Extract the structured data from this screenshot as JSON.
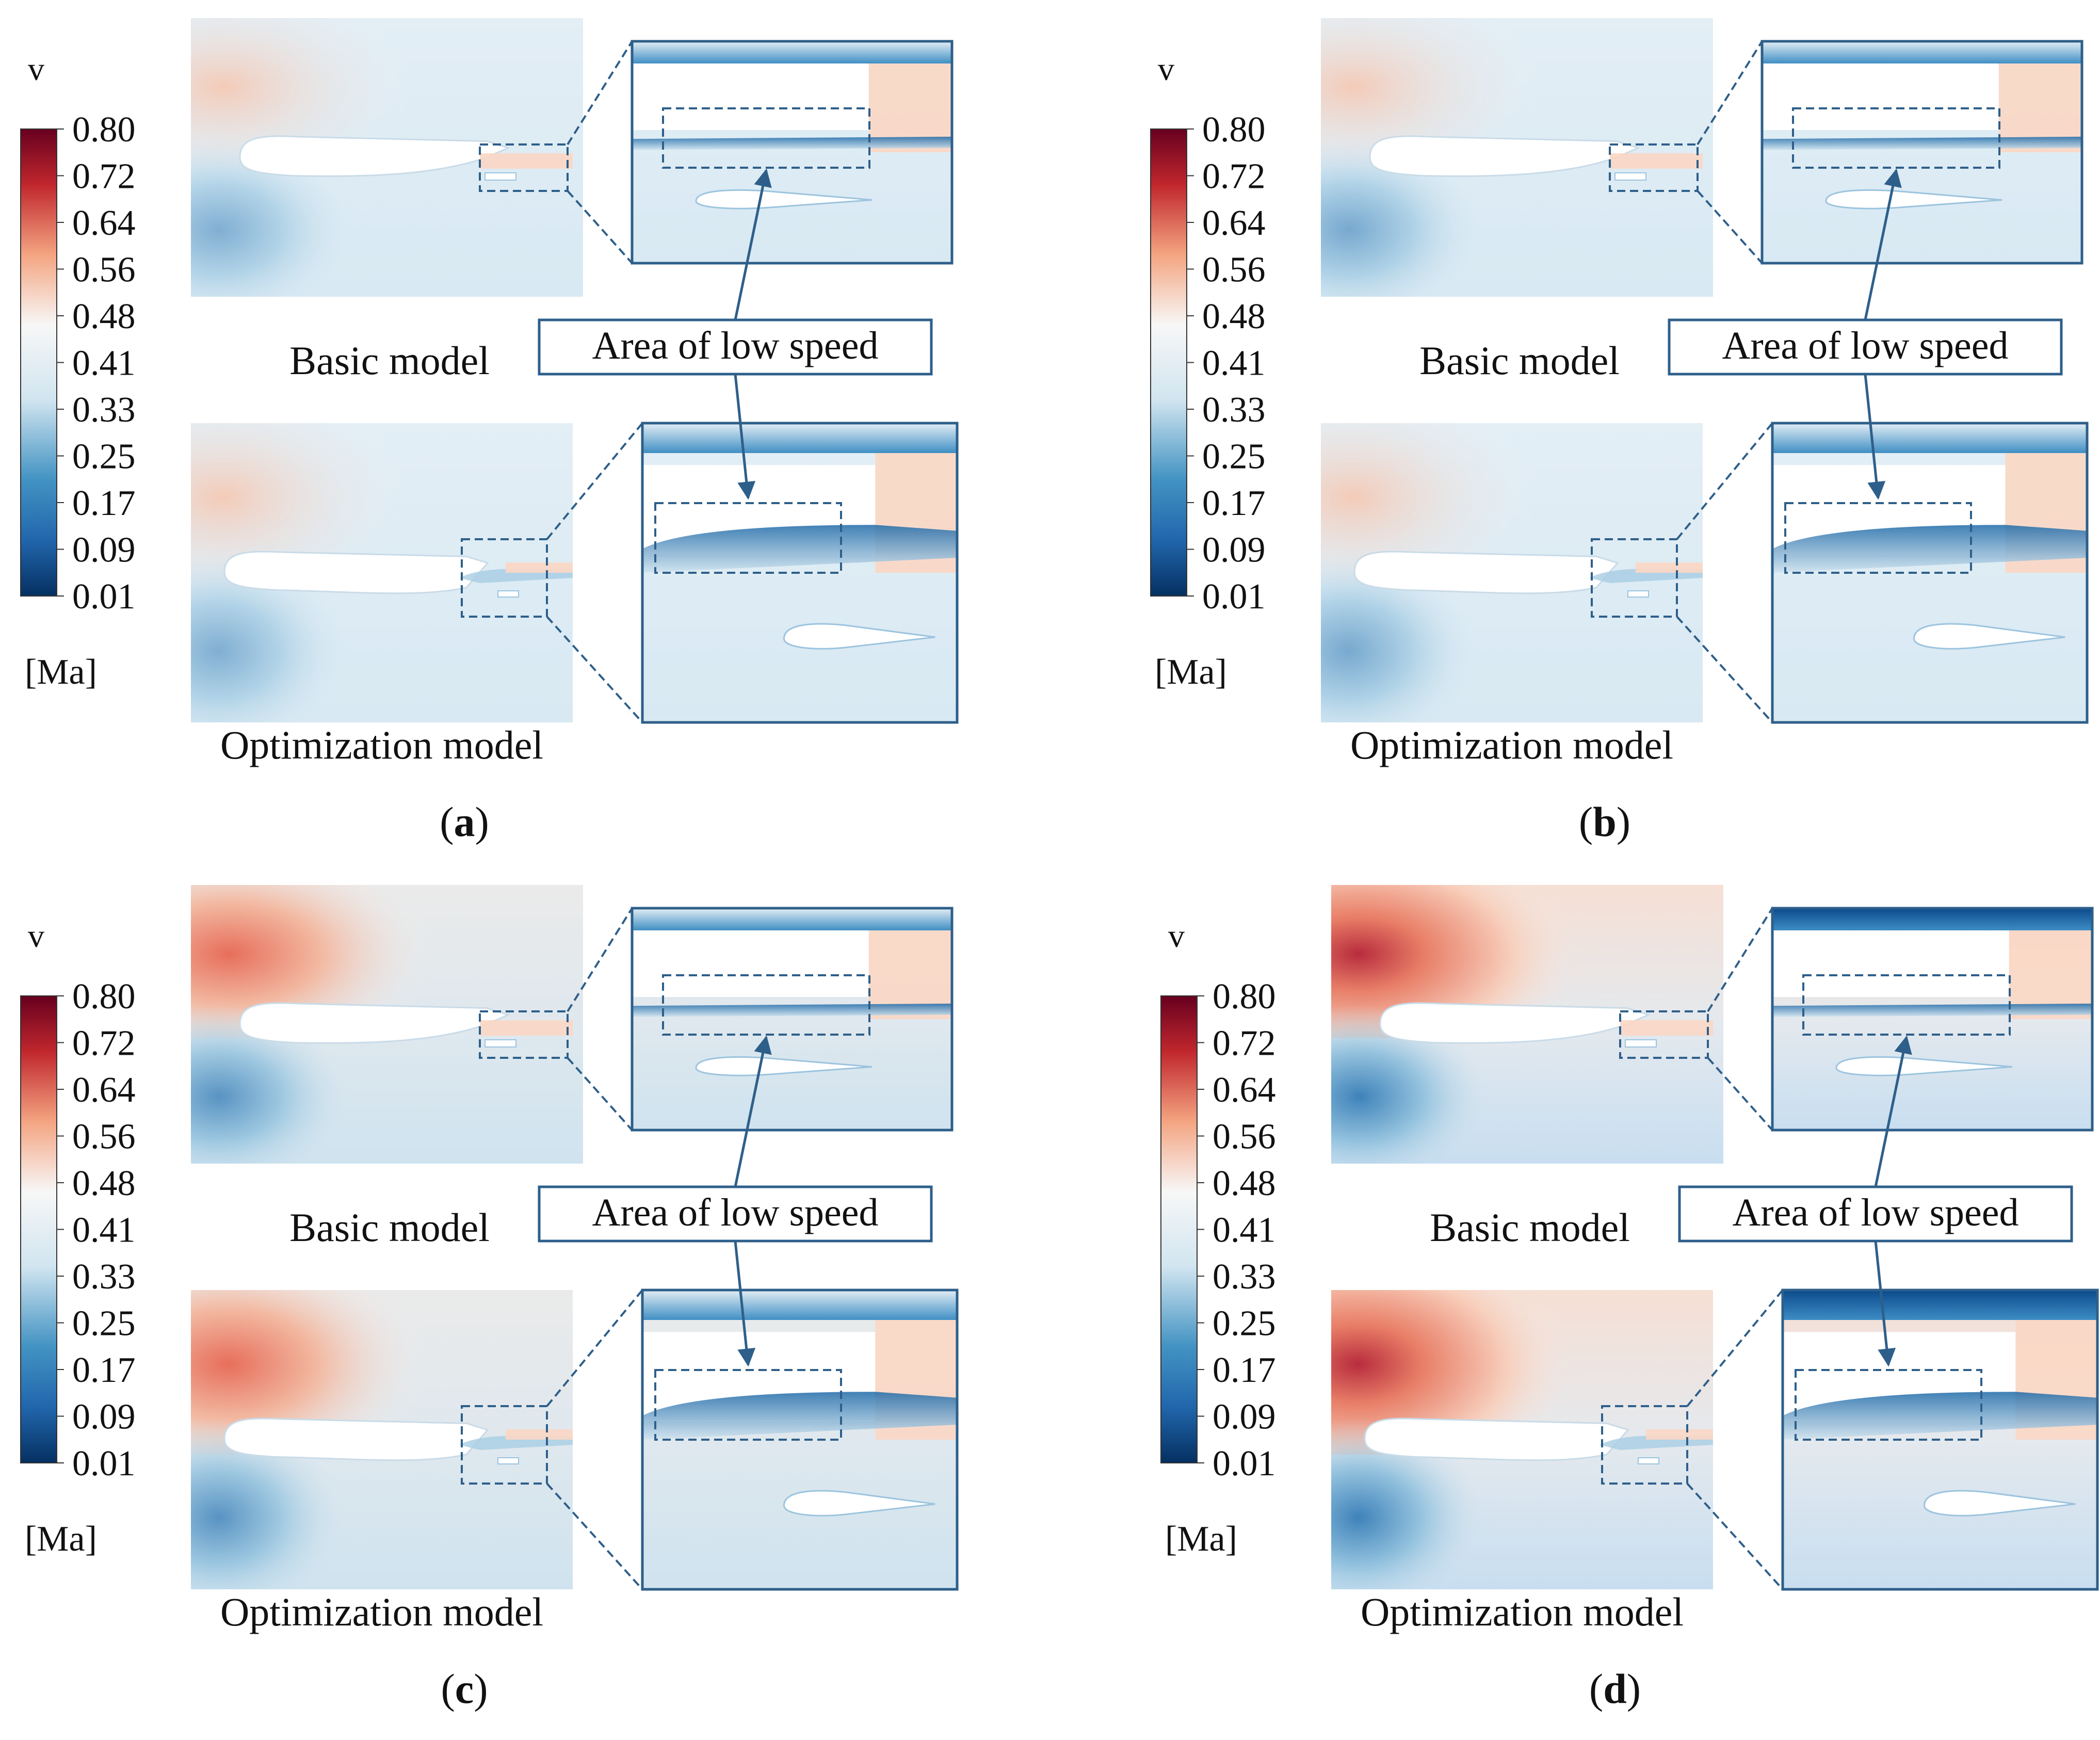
{
  "colorbar": {
    "variable": "v",
    "unit": "[Ma]",
    "ticks": [
      "0.80",
      "0.72",
      "0.64",
      "0.56",
      "0.48",
      "0.41",
      "0.33",
      "0.25",
      "0.17",
      "0.09",
      "0.01"
    ]
  },
  "labels": {
    "basic": "Basic model",
    "optimization": "Optimization model",
    "callout": "Area of low speed"
  },
  "panels": [
    {
      "id": "a",
      "tag": "(",
      "letter": "a",
      "close": ")",
      "intensity": 0.25,
      "angle_shade": "low"
    },
    {
      "id": "b",
      "tag": "(",
      "letter": "b",
      "close": ")",
      "intensity": 0.35,
      "angle_shade": "low"
    },
    {
      "id": "c",
      "tag": "(",
      "letter": "c",
      "close": ")",
      "intensity": 0.7,
      "angle_shade": "mid"
    },
    {
      "id": "d",
      "tag": "(",
      "letter": "d",
      "close": ")",
      "intensity": 1.0,
      "angle_shade": "high"
    }
  ],
  "colors": {
    "frame": "#2e5f8a",
    "arrow": "#2e5f8a",
    "red": "#b2182b",
    "blue": "#2166ac",
    "background_flow": "#dcecf5",
    "wake": "#fbd7c4"
  }
}
